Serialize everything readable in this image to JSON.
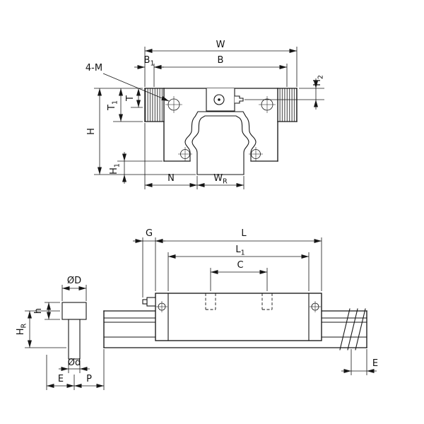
{
  "front_view": {
    "dims": {
      "W": {
        "main": "W",
        "sub": ""
      },
      "B": {
        "main": "B",
        "sub": ""
      },
      "B1": {
        "main": "B",
        "sub": "1"
      },
      "M4": {
        "main": "4-M",
        "sub": ""
      },
      "H2": {
        "main": "H",
        "sub": "2"
      },
      "T": {
        "main": "T",
        "sub": ""
      },
      "T1": {
        "main": "T",
        "sub": "1"
      },
      "H": {
        "main": "H",
        "sub": ""
      },
      "H1": {
        "main": "H",
        "sub": "1"
      },
      "N": {
        "main": "N",
        "sub": ""
      },
      "WR": {
        "main": "W",
        "sub": "R"
      }
    }
  },
  "side_view": {
    "dims": {
      "G": {
        "main": "G",
        "sub": ""
      },
      "L": {
        "main": "L",
        "sub": ""
      },
      "L1": {
        "main": "L",
        "sub": "1"
      },
      "C": {
        "main": "C",
        "sub": ""
      },
      "OD": {
        "main": "ØD",
        "sub": ""
      },
      "h": {
        "main": "h",
        "sub": ""
      },
      "HR": {
        "main": "H",
        "sub": "R"
      },
      "Od": {
        "main": "Ød",
        "sub": ""
      },
      "E1": {
        "main": "E",
        "sub": ""
      },
      "P": {
        "main": "P",
        "sub": ""
      },
      "E2": {
        "main": "E",
        "sub": ""
      }
    }
  }
}
